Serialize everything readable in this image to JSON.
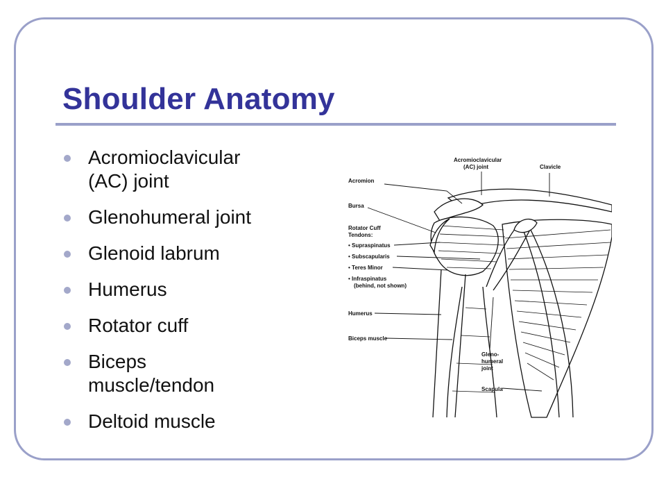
{
  "slide": {
    "title": "Shoulder Anatomy",
    "bullets": [
      {
        "line1": "Acromioclavicular",
        "line2": "(AC) joint"
      },
      {
        "line1": "Glenohumeral joint",
        "line2": ""
      },
      {
        "line1": "Glenoid labrum",
        "line2": ""
      },
      {
        "line1": "Humerus",
        "line2": ""
      },
      {
        "line1": "Rotator cuff",
        "line2": ""
      },
      {
        "line1": "Biceps",
        "line2": "muscle/tendon"
      },
      {
        "line1": "Deltoid muscle",
        "line2": ""
      }
    ]
  },
  "diagram": {
    "labels": {
      "ac_joint_1": "Acromioclavicular",
      "ac_joint_2": "(AC) joint",
      "clavicle": "Clavicle",
      "acromion": "Acromion",
      "bursa": "Bursa",
      "rotator_1": "Rotator Cuff",
      "rotator_2": "Tendons:",
      "supraspinatus": "• Supraspinatus",
      "subscapularis": "• Subscapularis",
      "teres": "• Teres Minor",
      "infraspinatus_1": "• Infraspinatus",
      "infraspinatus_2": "(behind, not shown)",
      "humerus": "Humerus",
      "biceps": "Biceps muscle",
      "gleno_1": "Gleno-",
      "gleno_2": "humeral",
      "gleno_3": "joint",
      "scapula": "Scapula"
    }
  },
  "colors": {
    "title": "#333399",
    "frame": "#9aa0c9",
    "bullet": "#a3a8ca"
  }
}
